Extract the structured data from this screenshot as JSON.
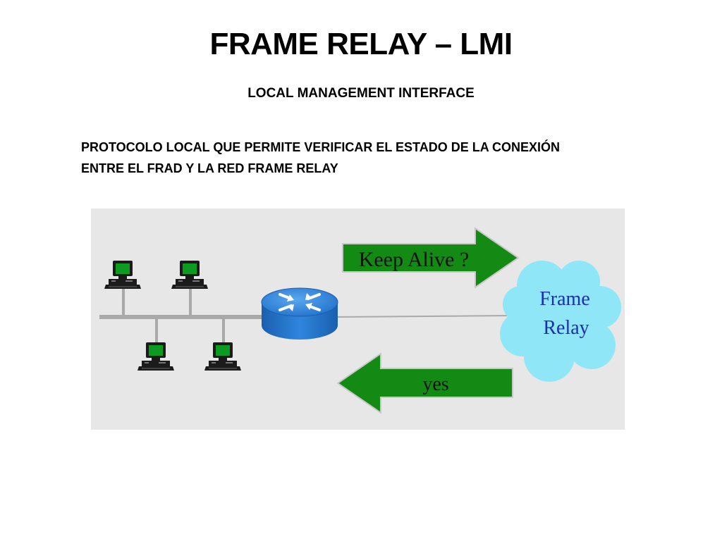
{
  "slide": {
    "title": "FRAME RELAY – LMI",
    "subtitle": "LOCAL MANAGEMENT INTERFACE",
    "description_lines": [
      "PROTOCOLO LOCAL QUE PERMITE VERIFICAR EL ESTADO DE LA CONEXIÓN",
      "ENTRE EL FRAD Y LA RED FRAME RELAY"
    ]
  },
  "diagram": {
    "arrow_request_label": "Keep Alive ?",
    "arrow_reply_label": "yes",
    "cloud_label_line1": "Frame",
    "cloud_label_line2": "Relay",
    "colors": {
      "background": "#e7e7e7",
      "arrow": "#138a13",
      "cloud": "#8ee6f7",
      "cloud_text": "#1a2fb0",
      "router": "#2d7fd6",
      "screen": "#0c9a22"
    }
  }
}
